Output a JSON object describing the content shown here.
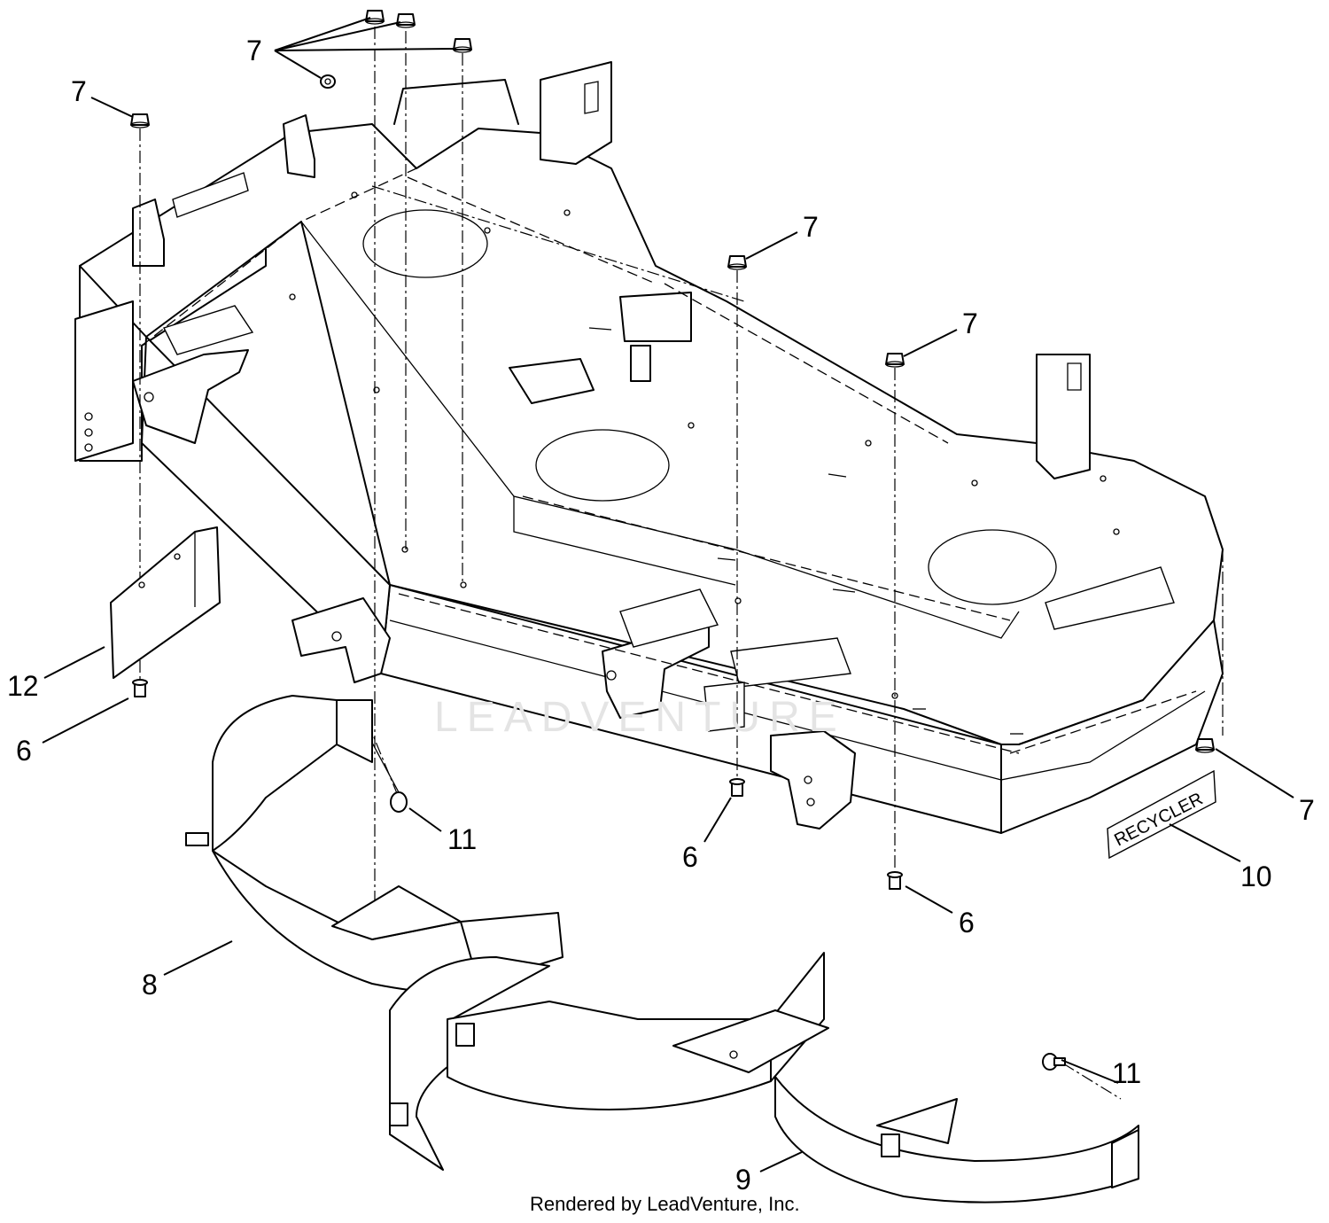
{
  "diagram": {
    "callouts": [
      {
        "id": "c7a",
        "label": "7"
      },
      {
        "id": "c7b",
        "label": "7"
      },
      {
        "id": "c7c",
        "label": "7"
      },
      {
        "id": "c7d",
        "label": "7"
      },
      {
        "id": "c7e",
        "label": "7"
      },
      {
        "id": "c12",
        "label": "12"
      },
      {
        "id": "c6a",
        "label": "6"
      },
      {
        "id": "c11a",
        "label": "11"
      },
      {
        "id": "c6b",
        "label": "6"
      },
      {
        "id": "c6c",
        "label": "6"
      },
      {
        "id": "c10",
        "label": "10"
      },
      {
        "id": "c8",
        "label": "8"
      },
      {
        "id": "c11b",
        "label": "11"
      },
      {
        "id": "c9",
        "label": "9"
      }
    ],
    "decal_text": "RECYCLER",
    "watermark": "LEADVENTURE",
    "credit": "Rendered by LeadVenture, Inc."
  }
}
